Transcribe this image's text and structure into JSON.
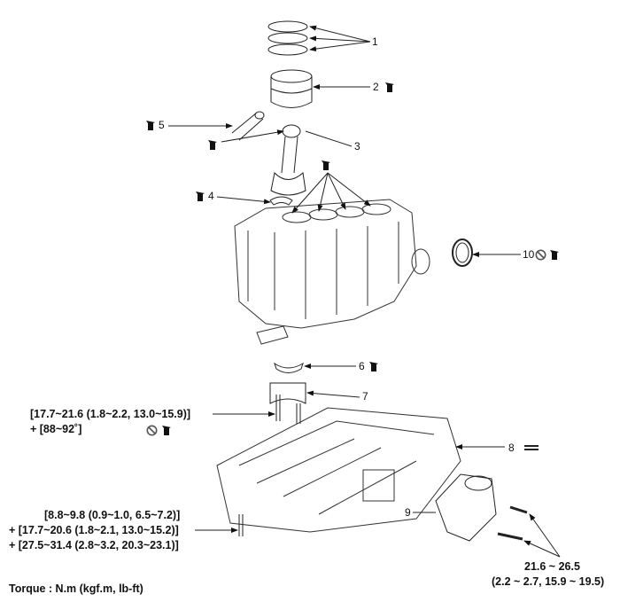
{
  "callouts": {
    "c1": "1",
    "c2": "2",
    "c3": "3",
    "c4": "4",
    "c5": "5",
    "c6": "6",
    "c7": "7",
    "c8": "8",
    "c9": "9",
    "c10": "10"
  },
  "torque": {
    "bedplate_bolt": {
      "line1": "[17.7~21.6 (1.8~2.2, 13.0~15.9)]",
      "line2": "+ [88~92˚]"
    },
    "oil_pan_bolt": {
      "line1": "[8.8~9.8 (0.9~1.0, 6.5~7.2)]",
      "line2": "+ [17.7~20.6 (1.8~2.1, 13.0~15.2)]",
      "line3": "+ [27.5~31.4 (2.8~3.2, 20.3~23.1)]"
    },
    "strainer_bolt": {
      "line1": "21.6 ~ 26.5",
      "line2": "(2.2 ~ 2.7, 15.9 ~ 19.5)"
    },
    "unit_note": "Torque : N.m (kgf.m, lb-ft)"
  },
  "icons": [
    "oil-can-icon",
    "do-not-reuse-icon"
  ]
}
